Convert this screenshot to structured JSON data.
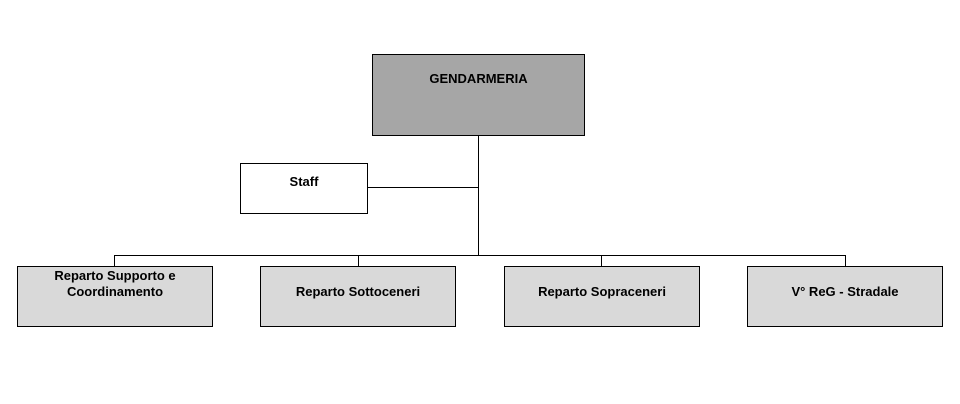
{
  "chart": {
    "root": {
      "label": "GENDARMERIA",
      "fill": "#a6a6a6"
    },
    "staff": {
      "label": "Staff",
      "fill": "#ffffff"
    },
    "departments": [
      {
        "label": "Reparto Supporto e Coordinamento"
      },
      {
        "label": "Reparto Sottoceneri"
      },
      {
        "label": "Reparto Sopraceneri"
      },
      {
        "label": "V° ReG - Stradale"
      }
    ],
    "colors": {
      "department_fill": "#d9d9d9",
      "line": "#000000"
    }
  }
}
